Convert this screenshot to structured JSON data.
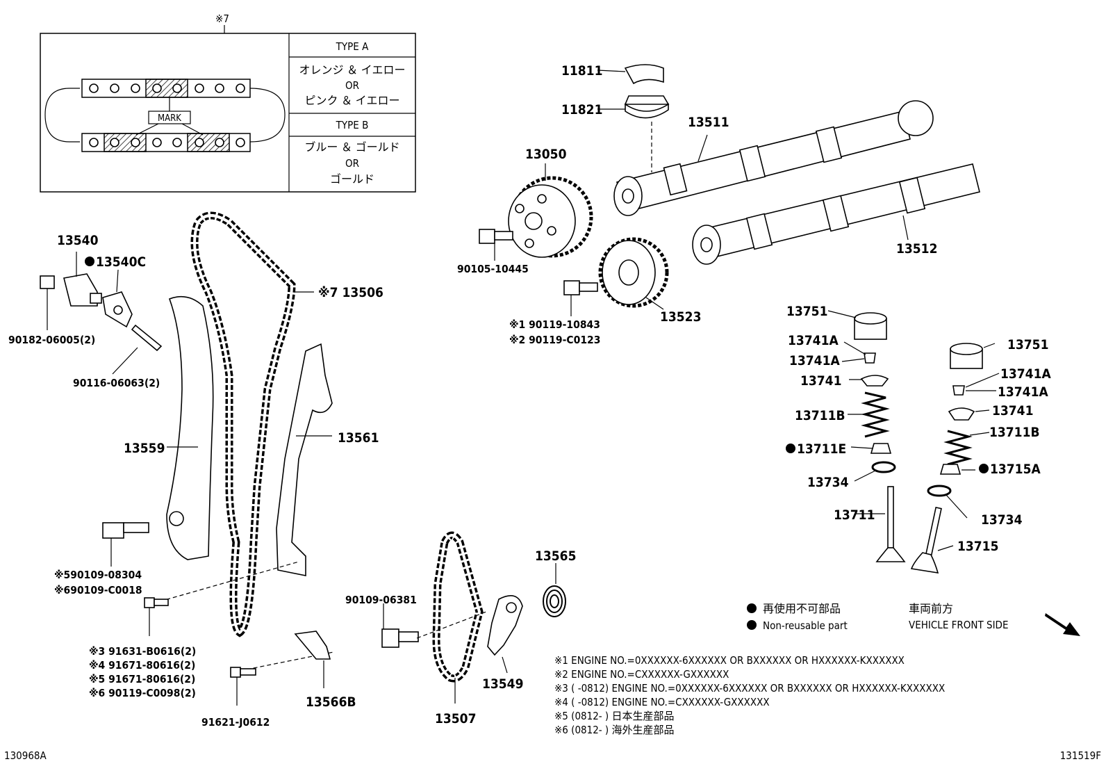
{
  "inset": {
    "ref_mark": "※7",
    "mark_label": "MARK",
    "type_a": {
      "label": "TYPE A",
      "line1": "オレンジ ＆ イエロー",
      "line2": "OR",
      "line3": "ピンク ＆ イエロー"
    },
    "type_b": {
      "label": "TYPE B",
      "line1": "ブルー ＆ ゴールド",
      "line2": "OR",
      "line3": "ゴールド"
    }
  },
  "parts": {
    "p11811": "11811",
    "p11821": "11821",
    "p13511": "13511",
    "p13050": "13050",
    "p13512": "13512",
    "p90105": "90105-10445",
    "p13523": "13523",
    "p90119a": "※1 90119-10843",
    "p90119b": "※2 90119-C0123",
    "p13540": "13540",
    "p13540c": "13540C",
    "p13506": "※7 13506",
    "p90182": "90182-06005(2)",
    "p90116": "90116-06063(2)",
    "p13559": "13559",
    "p13561": "13561",
    "p90109a": "※590109-08304",
    "p90109b": "※690109-C0018",
    "p91631": "※3 91631-B0616(2)",
    "p91671a": "※4 91671-80616(2)",
    "p91671b": "※5 91671-80616(2)",
    "p90119c": "※6 90119-C0098(2)",
    "p91621": "91621-J0612",
    "p13566b": "13566B",
    "p90109c": "90109-06381",
    "p13507": "13507",
    "p13549": "13549",
    "p13565": "13565",
    "p13751l": "13751",
    "p13741al1": "13741A",
    "p13741al2": "13741A",
    "p13741l": "13741",
    "p13711bl": "13711B",
    "p13711e": "13711E",
    "p13734l": "13734",
    "p13711": "13711",
    "p13751r": "13751",
    "p13741ar1": "13741A",
    "p13741ar2": "13741A",
    "p13741r": "13741",
    "p13711br": "13711B",
    "p13715a": "13715A",
    "p13734r": "13734",
    "p13715": "13715"
  },
  "legend": {
    "nonreusable_jp": "再使用不可部品",
    "nonreusable_en": "Non-reusable part",
    "front_jp": "車両前方",
    "front_en": "VEHICLE FRONT SIDE"
  },
  "notes": [
    "※1 ENGINE NO.=0XXXXXX-6XXXXXX OR BXXXXXX OR HXXXXXX-KXXXXXX",
    "※2 ENGINE NO.=CXXXXXX-GXXXXXX",
    "※3 (       -0812) ENGINE NO.=0XXXXXX-6XXXXXX OR BXXXXXX OR HXXXXXX-KXXXXXX",
    "※4 (       -0812) ENGINE NO.=CXXXXXX-GXXXXXX",
    "※5 (0812-       ) 日本生産部品",
    "※6 (0812-       ) 海外生産部品"
  ],
  "codes": {
    "left": "130968A",
    "right": "131519F"
  }
}
